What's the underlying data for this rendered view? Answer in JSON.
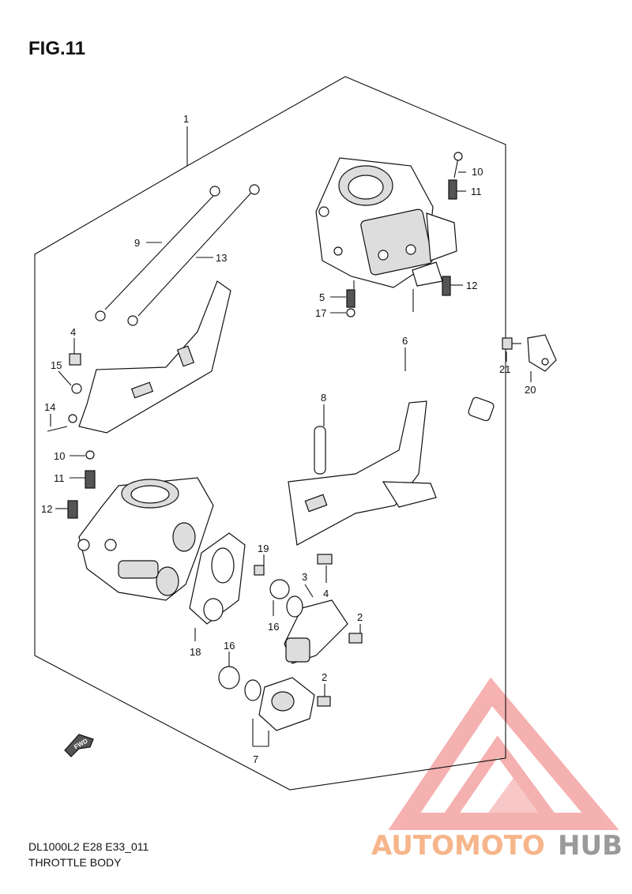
{
  "figure": {
    "title": "FIG.11",
    "model_code": "DL1000L2 E28 E33_011",
    "assembly_name": "THROTTLE BODY"
  },
  "callouts": [
    {
      "id": "c1",
      "text": "1"
    },
    {
      "id": "c9",
      "text": "9"
    },
    {
      "id": "c13",
      "text": "13"
    },
    {
      "id": "c4a",
      "text": "4"
    },
    {
      "id": "c15",
      "text": "15"
    },
    {
      "id": "c14",
      "text": "14"
    },
    {
      "id": "c10a",
      "text": "10"
    },
    {
      "id": "c11a",
      "text": "11"
    },
    {
      "id": "c12a",
      "text": "12"
    },
    {
      "id": "c5",
      "text": "5"
    },
    {
      "id": "c17",
      "text": "17"
    },
    {
      "id": "c6",
      "text": "6"
    },
    {
      "id": "c21",
      "text": "21"
    },
    {
      "id": "c20",
      "text": "20"
    },
    {
      "id": "c8",
      "text": "8"
    },
    {
      "id": "c10b",
      "text": "10"
    },
    {
      "id": "c11b",
      "text": "11"
    },
    {
      "id": "c12b",
      "text": "12"
    },
    {
      "id": "c19",
      "text": "19"
    },
    {
      "id": "c3",
      "text": "3"
    },
    {
      "id": "c4b",
      "text": "4"
    },
    {
      "id": "c2a",
      "text": "2"
    },
    {
      "id": "c16a",
      "text": "16"
    },
    {
      "id": "c18",
      "text": "18"
    },
    {
      "id": "c16b",
      "text": "16"
    },
    {
      "id": "c2b",
      "text": "2"
    },
    {
      "id": "c7",
      "text": "7"
    }
  ],
  "direction_marker": {
    "text": "FWD"
  },
  "watermark": {
    "part1": "AUTOMOTO",
    "part2": "HUB",
    "color_primary": "#f4a3a3",
    "color_secondary": "#f6c89c",
    "color_text_dark": "#9a9a9a"
  }
}
